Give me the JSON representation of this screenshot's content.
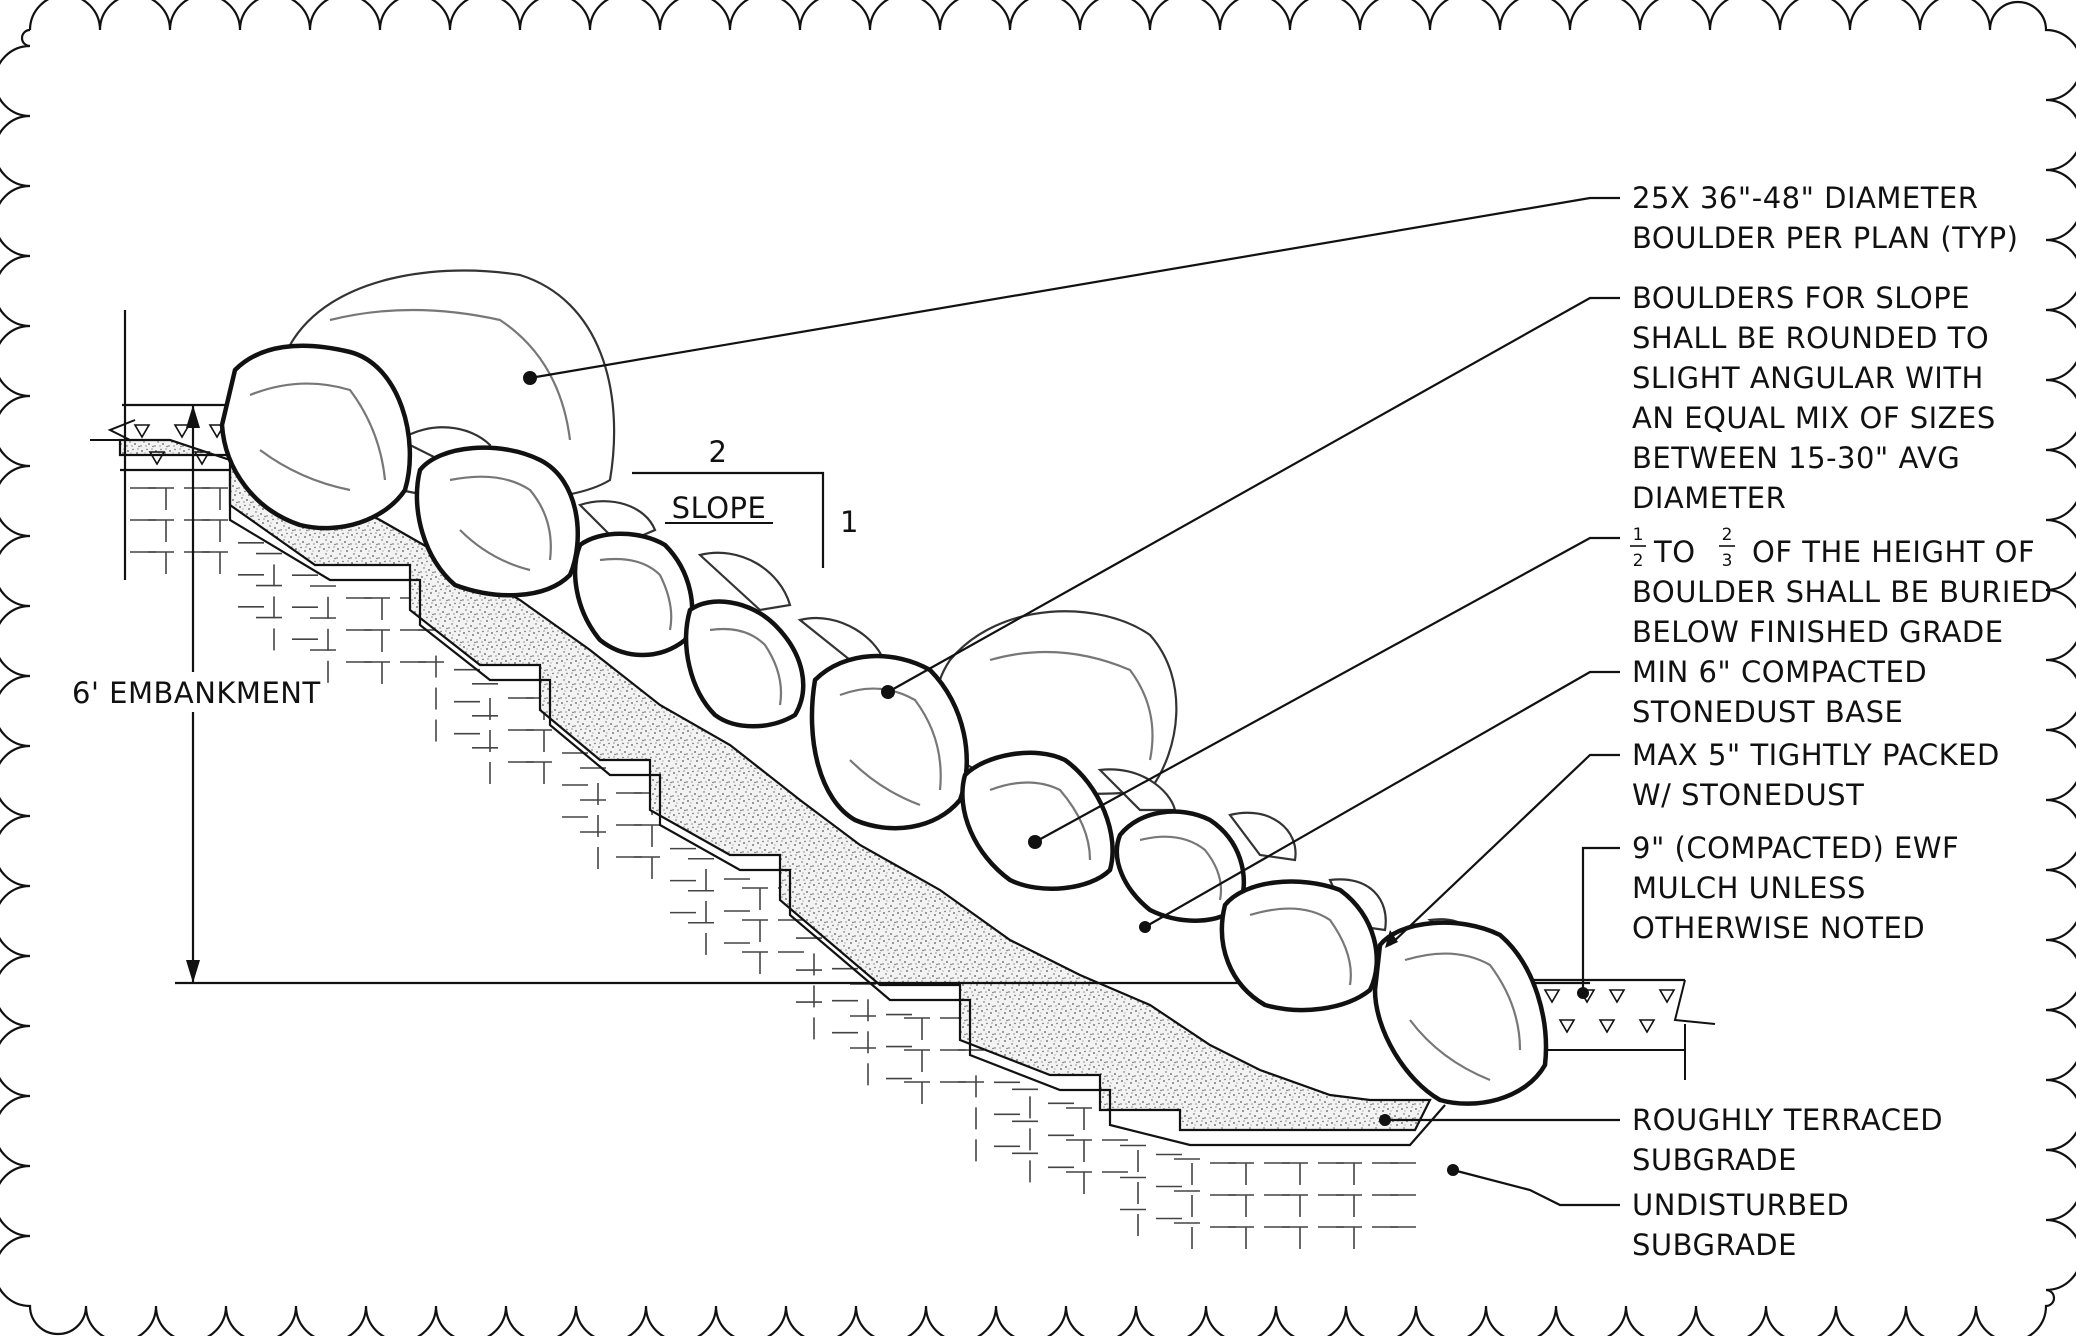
{
  "detail": {
    "callouts": [
      {
        "id": "boulder-typ",
        "lines": [
          "25X 36\"-48\" DIAMETER",
          "BOULDER PER PLAN (TYP)"
        ]
      },
      {
        "id": "slope-boulders",
        "lines": [
          "BOULDERS FOR SLOPE",
          "SHALL BE ROUNDED TO",
          "SLIGHT ANGULAR WITH",
          "AN EQUAL MIX OF SIZES",
          "BETWEEN 15-30\" AVG",
          "DIAMETER"
        ]
      },
      {
        "id": "burial",
        "fraction_a": {
          "num": "1",
          "den": "2"
        },
        "to": "TO",
        "fraction_b": {
          "num": "2",
          "den": "3"
        },
        "lines": [
          "OF THE HEIGHT OF",
          "BOULDER SHALL BE BURIED",
          "BELOW FINISHED GRADE"
        ]
      },
      {
        "id": "stonedust-base",
        "lines": [
          "MIN 6\" COMPACTED",
          "STONEDUST BASE"
        ]
      },
      {
        "id": "packed",
        "lines": [
          "MAX 5\" TIGHTLY PACKED",
          "W/ STONEDUST"
        ]
      },
      {
        "id": "mulch",
        "lines": [
          "9\" (COMPACTED) EWF",
          "MULCH UNLESS",
          "OTHERWISE NOTED"
        ]
      },
      {
        "id": "terraced",
        "lines": [
          "ROUGHLY TERRACED",
          "SUBGRADE"
        ]
      },
      {
        "id": "undisturbed",
        "lines": [
          "UNDISTURBED",
          "SUBGRADE"
        ]
      }
    ],
    "slope": {
      "run": "2",
      "label": "SLOPE",
      "rise": "1"
    },
    "embankment": "6' EMBANKMENT"
  }
}
